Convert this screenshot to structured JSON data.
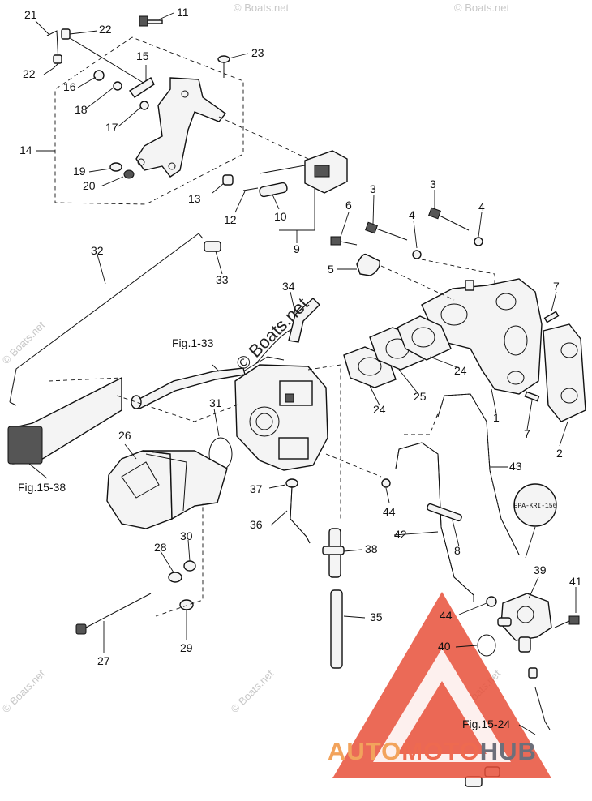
{
  "watermark_small": "© Boats.net",
  "watermark_center": "© Boats.net",
  "badge_text": "EPA-KRI-156",
  "logo": {
    "part1": "AUTO",
    "part2": "MOTO",
    "part3": "HUB"
  },
  "callouts": {
    "c1": "1",
    "c2": "2",
    "c3a": "3",
    "c3b": "3",
    "c4a": "4",
    "c4b": "4",
    "c5": "5",
    "c6": "6",
    "c7a": "7",
    "c7b": "7",
    "c8": "8",
    "c9": "9",
    "c10": "10",
    "c11": "11",
    "c12": "12",
    "c13": "13",
    "c14": "14",
    "c15": "15",
    "c16": "16",
    "c17": "17",
    "c18": "18",
    "c19": "19",
    "c20": "20",
    "c21": "21",
    "c22a": "22",
    "c22b": "22",
    "c23": "23",
    "c24a": "24",
    "c24b": "24",
    "c25": "25",
    "c26": "26",
    "c27": "27",
    "c28": "28",
    "c29": "29",
    "c30": "30",
    "c31": "31",
    "c32": "32",
    "c33": "33",
    "c34": "34",
    "c35": "35",
    "c36": "36",
    "c37": "37",
    "c38": "38",
    "c39": "39",
    "c40": "40",
    "c41": "41",
    "c42": "42",
    "c43": "43",
    "c44a": "44",
    "c44b": "44"
  },
  "refs": {
    "fig1_33": "Fig.1-33",
    "fig15_38": "Fig.15-38",
    "fig15_24": "Fig.15-24"
  },
  "colors": {
    "logo_triangle": "#e8503a",
    "logo_auto": "#f2a35c",
    "logo_hub": "#6d6f7a",
    "watermark": "#c8c8c8"
  }
}
